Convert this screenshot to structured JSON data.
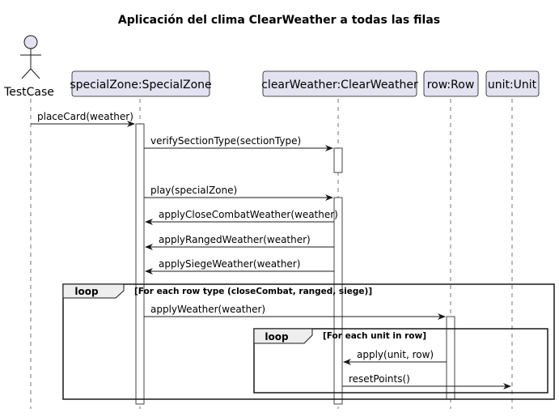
{
  "title": "Aplicación del clima ClearWeather a todas las filas",
  "actor": {
    "label": "TestCase"
  },
  "participants": [
    {
      "id": "specialZone",
      "label": "specialZone:SpecialZone"
    },
    {
      "id": "clearWeather",
      "label": "clearWeather:ClearWeather"
    },
    {
      "id": "row",
      "label": "row:Row"
    },
    {
      "id": "unit",
      "label": "unit:Unit"
    }
  ],
  "messages": [
    {
      "label": "placeCard(weather)",
      "from": "testCase",
      "to": "specialZone"
    },
    {
      "label": "verifySectionType(sectionType)",
      "from": "specialZone",
      "to": "clearWeather"
    },
    {
      "label": "play(specialZone)",
      "from": "specialZone",
      "to": "clearWeather"
    },
    {
      "label": "applyCloseCombatWeather(weather)",
      "from": "clearWeather",
      "to": "specialZone"
    },
    {
      "label": "applyRangedWeather(weather)",
      "from": "clearWeather",
      "to": "specialZone"
    },
    {
      "label": "applySiegeWeather(weather)",
      "from": "clearWeather",
      "to": "specialZone"
    },
    {
      "label": "applyWeather(weather)",
      "from": "specialZone",
      "to": "row"
    },
    {
      "label": "apply(unit, row)",
      "from": "row",
      "to": "clearWeather"
    },
    {
      "label": "resetPoints()",
      "from": "clearWeather",
      "to": "unit"
    }
  ],
  "loops": [
    {
      "tag": "loop",
      "guard": "[For each row type (closeCombat, ranged, siege)]"
    },
    {
      "tag": "loop",
      "guard": "[For each unit in row]"
    }
  ],
  "colors": {
    "participant_fill": "#e2e2f0",
    "participant_border": "#181818",
    "line": "#181818",
    "loop_tag_fill": "#eeeeee"
  }
}
